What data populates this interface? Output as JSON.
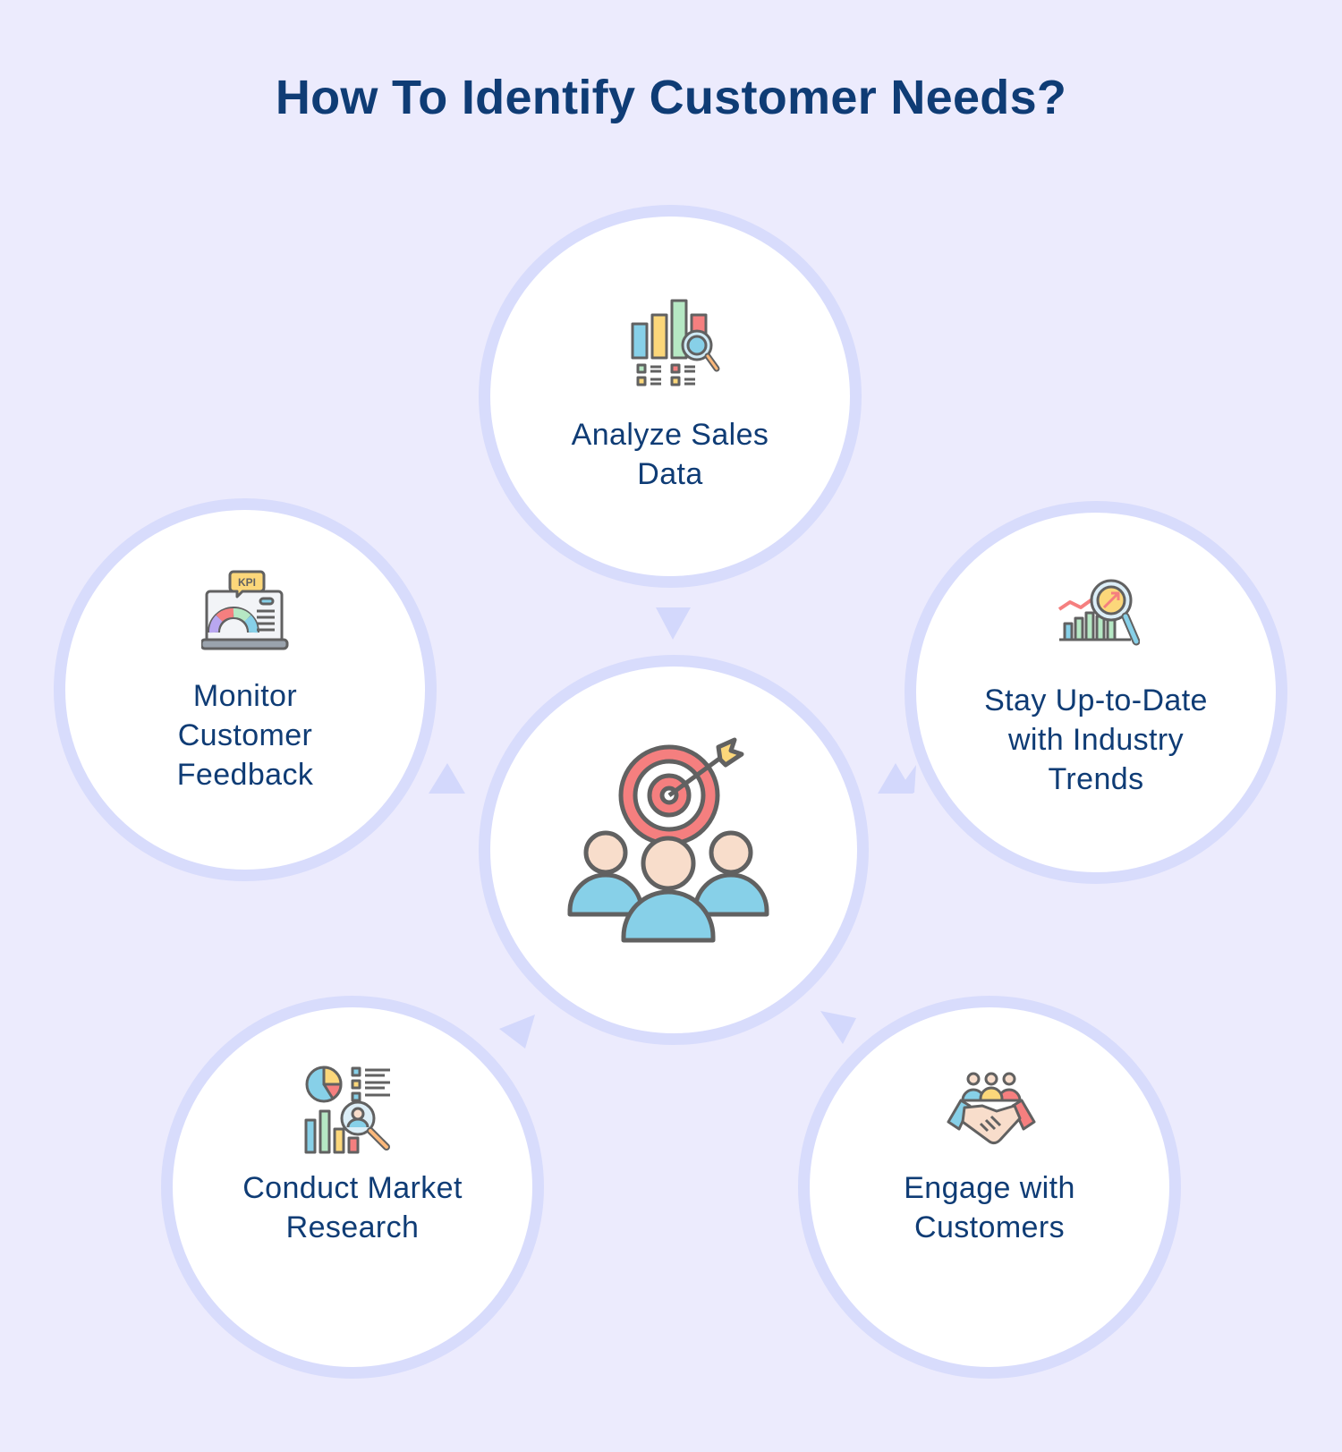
{
  "title": "How To Identify Customer Needs?",
  "colors": {
    "background": "#ECEBFD",
    "circle_border": "#D8DCFC",
    "title_text": "#0F3C75",
    "icon_blue": "#87D0E8",
    "icon_red": "#F57F7F",
    "icon_yellow": "#FCD77A",
    "icon_green": "#B6E8C4",
    "icon_skin": "#F8DDCB",
    "icon_outline": "#616161"
  },
  "center": {
    "icon": "target-audience-icon"
  },
  "steps": [
    {
      "label": "Analyze Sales Data",
      "lines": [
        "Analyze Sales",
        "Data"
      ],
      "icon": "bar-chart-magnifier-icon"
    },
    {
      "label": "Stay Up-to-Date with Industry Trends",
      "lines": [
        "Stay Up-to-Date",
        "with Industry",
        "Trends"
      ],
      "icon": "trend-magnifier-icon"
    },
    {
      "label": "Engage with Customers",
      "lines": [
        "Engage with",
        "Customers"
      ],
      "icon": "handshake-people-icon"
    },
    {
      "label": "Conduct Market Research",
      "lines": [
        "Conduct Market",
        "Research"
      ],
      "icon": "market-research-icon"
    },
    {
      "label": "Monitor Customer Feedback",
      "lines": [
        "Monitor",
        "Customer",
        "Feedback"
      ],
      "icon": "kpi-laptop-icon"
    }
  ],
  "icons": {
    "kpi_badge": "KPI"
  }
}
